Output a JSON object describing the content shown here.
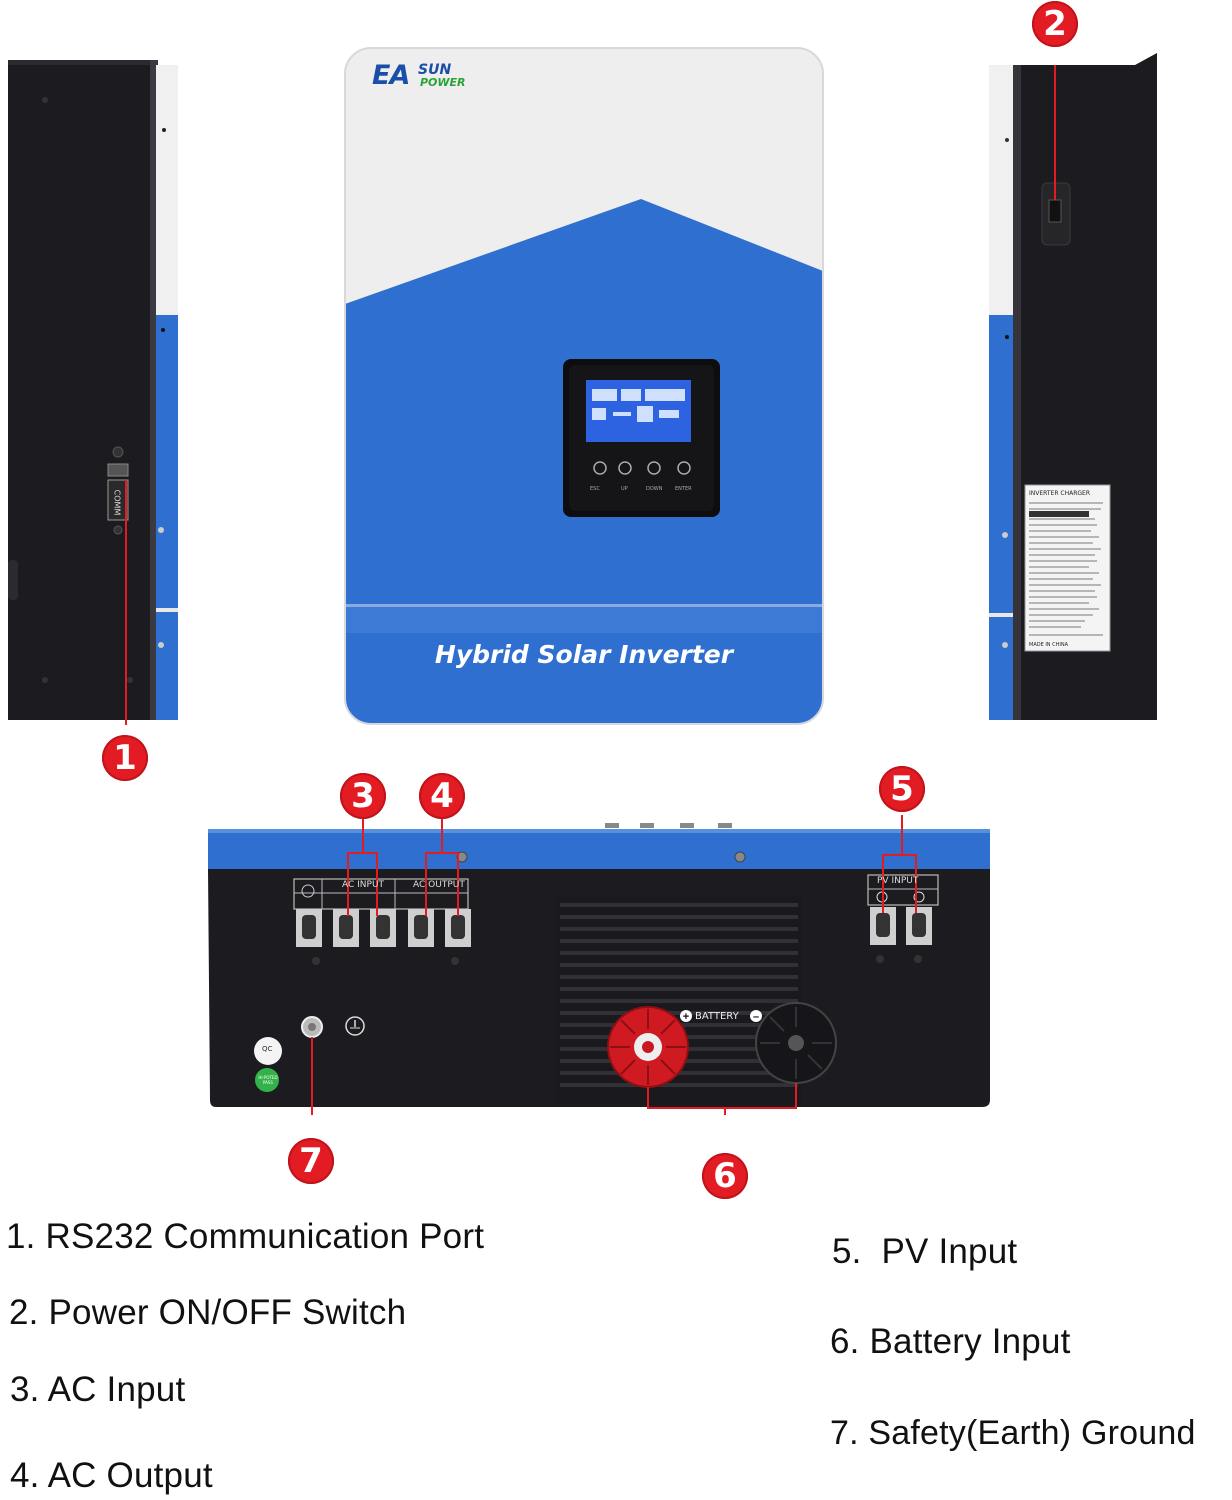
{
  "product": {
    "brand_main": "EA",
    "brand_sun": "SUN",
    "brand_power": "POWER",
    "front_title": "Hybrid Solar Inverter",
    "comm_label": "COMM",
    "battery_label": "BATTERY",
    "ac_input_label": "AC INPUT",
    "ac_output_label": "AC OUTPUT",
    "pv_input_label": "PV INPUT",
    "lcd_buttons": [
      "ESC",
      "UP",
      "DOWN",
      "ENTER"
    ],
    "label_sticker_title": "INVERTER CHARGER",
    "label_sticker_footer": "MADE IN CHINA",
    "hipot_label": "HI-POTED PASS",
    "qc_label": "QC",
    "colors": {
      "blue": "#2f6fcf",
      "dark": "#1e1e22",
      "red": "#e31b23",
      "white_panel": "#eeeeee"
    }
  },
  "callouts": [
    "1",
    "2",
    "3",
    "4",
    "5",
    "6",
    "7"
  ],
  "legend": {
    "left": [
      "1. RS232 Communication Port",
      "2. Power ON/OFF Switch",
      "3. AC Input",
      "4. AC Output"
    ],
    "right": [
      "5.  PV Input",
      "6. Battery Input",
      "7. Safety(Earth) Ground"
    ]
  }
}
